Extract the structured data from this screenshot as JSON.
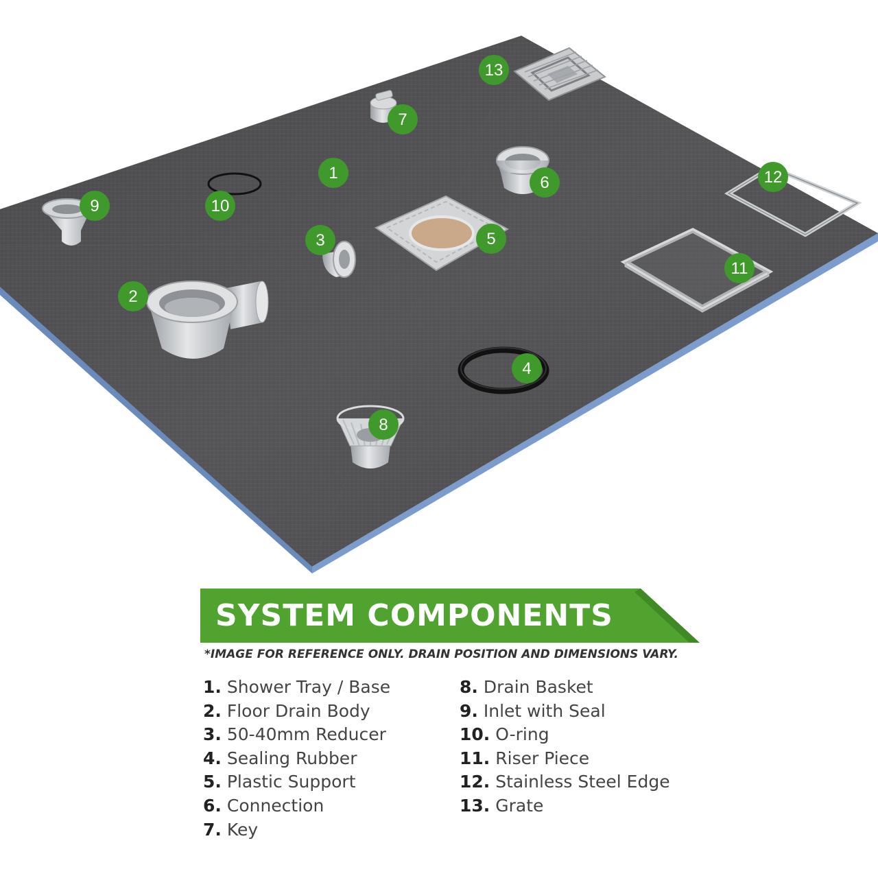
{
  "colors": {
    "accent_green": "#4fa32e",
    "badge_green": "#3f9a2b",
    "tray_top": "#4a4a4c",
    "tray_edge": "#6f8fbf"
  },
  "badges": [
    "1",
    "2",
    "3",
    "4",
    "5",
    "6",
    "7",
    "8",
    "9",
    "10",
    "11",
    "12",
    "13"
  ],
  "legend": {
    "title": "SYSTEM COMPONENTS",
    "note": "*IMAGE FOR REFERENCE ONLY. DRAIN POSITION AND DIMENSIONS VARY.",
    "items_left": [
      {
        "num": "1.",
        "label": "Shower Tray / Base"
      },
      {
        "num": "2.",
        "label": "Floor Drain Body"
      },
      {
        "num": "3.",
        "label": "50-40mm Reducer"
      },
      {
        "num": "4.",
        "label": "Sealing Rubber"
      },
      {
        "num": "5.",
        "label": "Plastic Support"
      },
      {
        "num": "6.",
        "label": "Connection"
      },
      {
        "num": "7.",
        "label": "Key"
      }
    ],
    "items_right": [
      {
        "num": "8.",
        "label": "Drain Basket"
      },
      {
        "num": "9.",
        "label": "Inlet with Seal"
      },
      {
        "num": "10.",
        "label": "O-ring"
      },
      {
        "num": "11.",
        "label": "Riser Piece"
      },
      {
        "num": "12.",
        "label": "Stainless Steel Edge"
      },
      {
        "num": "13.",
        "label": "Grate"
      }
    ]
  }
}
